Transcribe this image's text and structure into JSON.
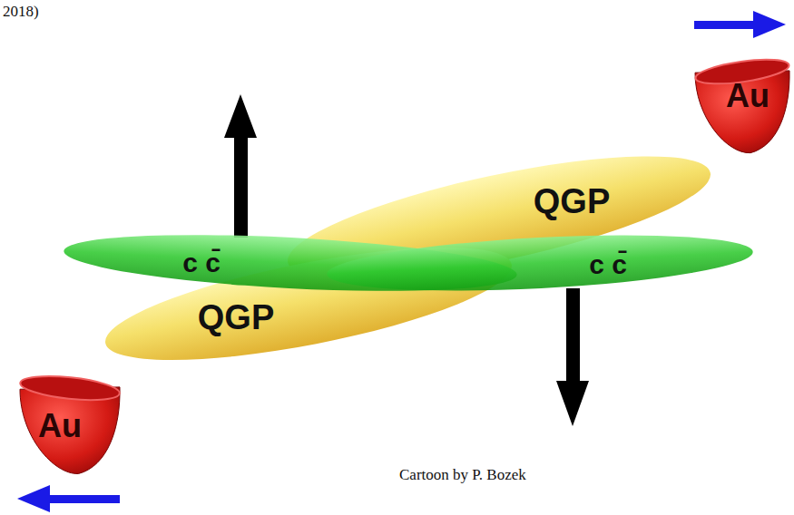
{
  "diagram": {
    "nodes": [
      {
        "text": [
          "Au"
        ]
      },
      {
        "text": [
          "QGP"
        ]
      },
      {
        "text": [
          "c c̄"
        ]
      },
      {
        "text": [
          "c c̄"
        ]
      },
      {
        "text": [
          "QGP"
        ]
      },
      {
        "text": [
          "Au"
        ]
      }
    ],
    "labels": [
      "2018)",
      "Cartoon by P. Bozek"
    ]
  }
}
